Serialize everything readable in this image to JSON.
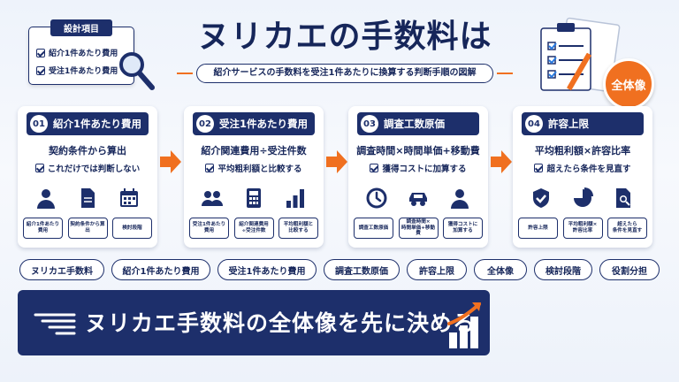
{
  "header": {
    "title": "ヌリカエの手数料は",
    "subtitle": "紹介サービスの手数料を受注1件あたりに換算する判断手順の図解"
  },
  "legend": {
    "title": "設計項目",
    "items": [
      "紹介1件あたり費用",
      "受注1件あたり費用"
    ]
  },
  "badge": "全体像",
  "steps": [
    {
      "num": "01",
      "title": "紹介1件あたり費用",
      "subtitle": "契約条件から算出",
      "check": "これだけでは判断しない",
      "icons": [
        "person-icon",
        "document-icon",
        "calendar-icon"
      ],
      "chips": [
        "紹介1件あたり費用",
        "契約条件から算出",
        "検討段階"
      ]
    },
    {
      "num": "02",
      "title": "受注1件あたり費用",
      "subtitle": "紹介関連費用÷受注件数",
      "check": "平均粗利額と比較する",
      "icons": [
        "group-icon",
        "calculator-icon",
        "bar-chart-icon"
      ],
      "chips": [
        "受注1件あたり費用",
        "紹介関連費用\n÷受注件数",
        "平均粗利額と\n比較する"
      ]
    },
    {
      "num": "03",
      "title": "調査工数原価",
      "subtitle": "調査時間×時間単価+移動費",
      "check": "獲得コストに加算する",
      "icons": [
        "clock-icon",
        "car-icon",
        "person-icon"
      ],
      "chips": [
        "調査工数原価",
        "調査時間×\n時間単価+移動費",
        "獲得コストに\n加算する"
      ]
    },
    {
      "num": "04",
      "title": "許容上限",
      "subtitle": "平均粗利額×許容比率",
      "check": "超えたら条件を見直す",
      "icons": [
        "shield-check-icon",
        "pie-chart-icon",
        "document-search-icon"
      ],
      "chips": [
        "許容上限",
        "平均粗利額×\n許容比率",
        "超えたら\n条件を見直す"
      ]
    }
  ],
  "tags": [
    "ヌリカエ手数料",
    "紹介1件あたり費用",
    "受注1件あたり費用",
    "調査工数原価",
    "許容上限",
    "全体像",
    "検討段階",
    "役割分担"
  ],
  "banner": {
    "text": "ヌリカエ手数料の全体像を先に決める"
  },
  "colors": {
    "navy": "#1d2f6b",
    "accent": "#f07020",
    "background": "#eef3fb"
  }
}
